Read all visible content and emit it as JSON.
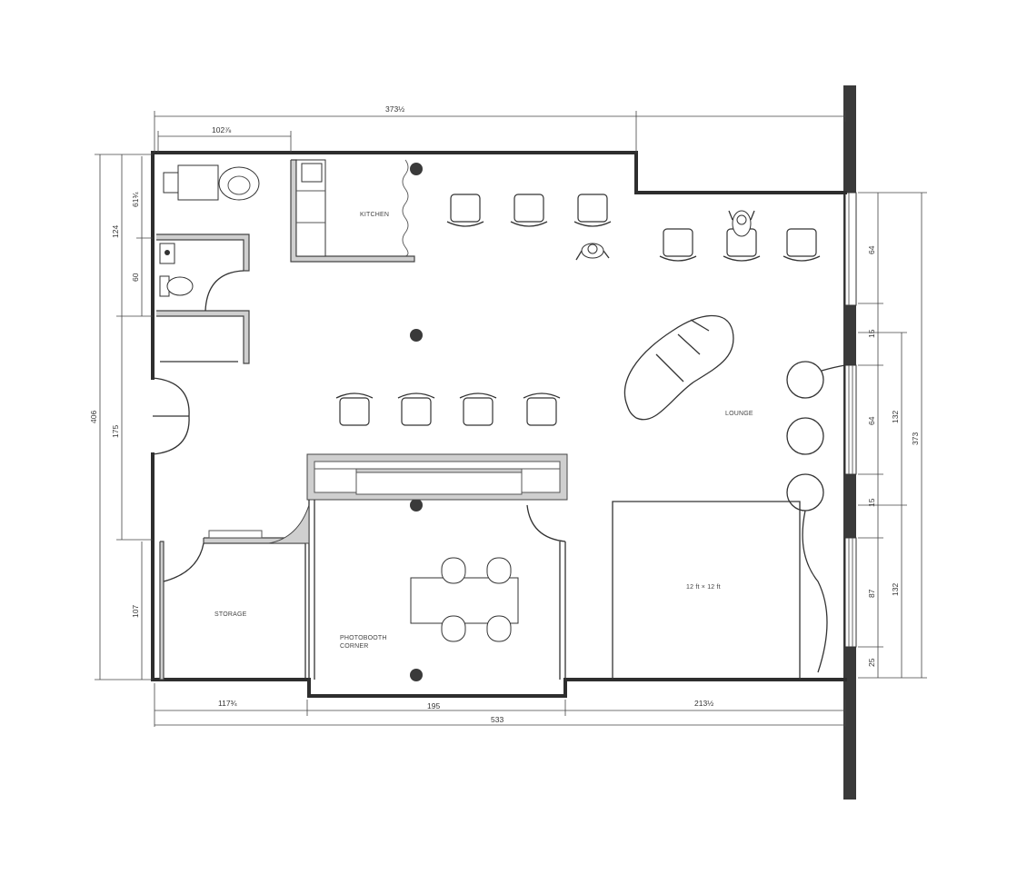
{
  "plan": {
    "rooms": {
      "kitchen": "KITCHEN",
      "lounge": "LOUNGE",
      "storage": "STORAGE",
      "photobooth_line1": "PHOTOBOOTH",
      "photobooth_line2": "CORNER",
      "backdrop": "12 ft × 12 ft"
    },
    "dimensions": {
      "overall_top": "373½",
      "top_left": "102⅞",
      "left_total": "406",
      "left_upper": "124",
      "left_shampoo": "61¾",
      "left_wc": "60",
      "left_mid": "175",
      "left_lower": "107",
      "bottom_left": "117¾",
      "bottom_mid": "195",
      "bottom_right": "213½",
      "bottom_total": "533",
      "right_total": "373",
      "right_upper_window": "132",
      "right_lower_window": "132",
      "right_seg_64a": "64",
      "right_seg_15a": "15",
      "right_seg_64b": "64",
      "right_seg_15b": "15",
      "right_seg_87": "87",
      "right_seg_25": "25"
    }
  }
}
